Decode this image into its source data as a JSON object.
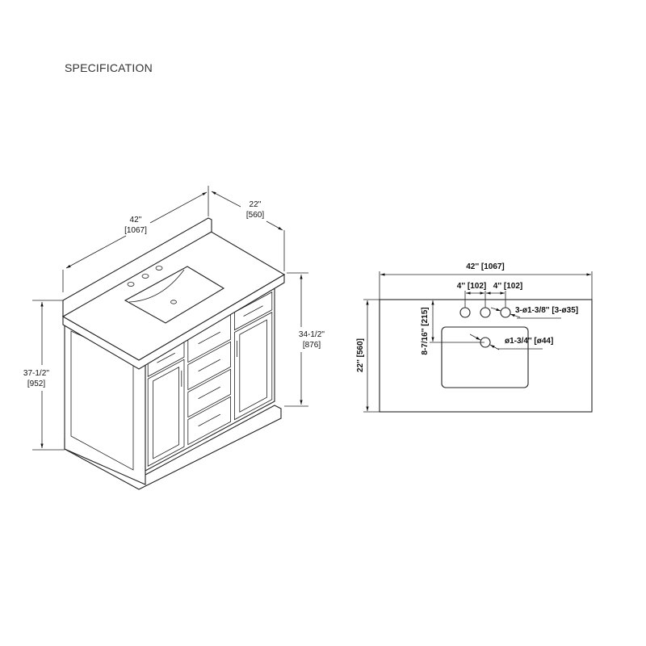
{
  "title": "SPECIFICATION",
  "perspective_view": {
    "width_in": "42''",
    "width_mm": "[1067]",
    "depth_in": "22''",
    "depth_mm": "[560]",
    "total_height_in": "37-1/2''",
    "total_height_mm": "[952]",
    "counter_height_in": "34-1/2''",
    "counter_height_mm": "[876]"
  },
  "top_view": {
    "width": "42'' [1067]",
    "depth": "22'' [560]",
    "hole_spacing_1": "4'' [102]",
    "hole_spacing_2": "4'' [102]",
    "faucet_holes": "3-ø1-3/8'' [3-ø35]",
    "drain_offset": "8-7/16'' [215]",
    "drain_hole": "ø1-3/4'' [ø44]"
  }
}
